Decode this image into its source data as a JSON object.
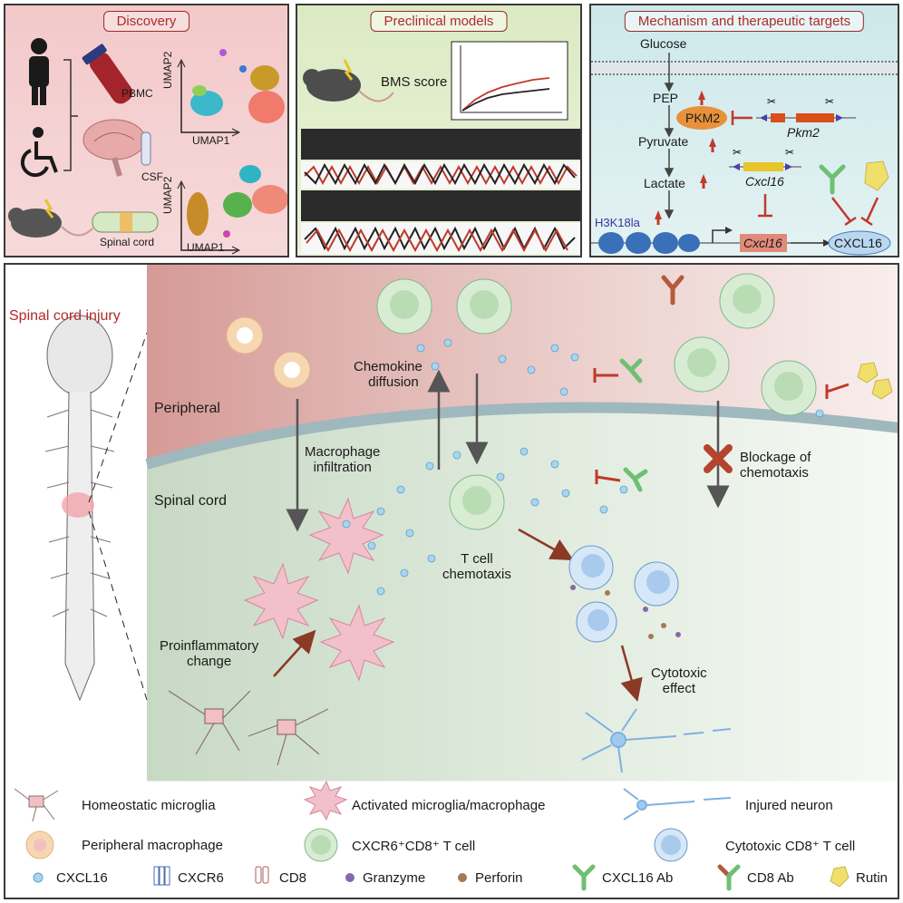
{
  "panels": {
    "discovery": {
      "title": "Discovery",
      "labels": {
        "pbmc": "PBMC",
        "csf": "CSF",
        "spinal_cord": "Spinal cord",
        "umap2_top": "UMAP2",
        "umap1_top": "UMAP1",
        "umap2_bottom": "UMAP2",
        "umap1_bottom": "UMAP1"
      }
    },
    "preclinical": {
      "title": "Preclinical models",
      "bms_label": "BMS score"
    },
    "mechanism": {
      "title": "Mechanism and therapeutic targets",
      "glucose": "Glucose",
      "pep": "PEP",
      "pkm2_protein": "PKM2",
      "pyruvate": "Pyruvate",
      "lactate": "Lactate",
      "h3k18la": "H3K18la",
      "pkm2_gene": "Pkm2",
      "cxcl16_gene_top": "Cxcl16",
      "cxcl16_gene": "Cxcl16",
      "cxcl16_protein": "CXCL16"
    }
  },
  "main": {
    "title": "Spinal cord injury",
    "regions": {
      "peripheral": "Peripheral",
      "spinal_cord": "Spinal cord"
    },
    "labels": {
      "chemokine": [
        "Chemokine",
        "diffusion"
      ],
      "macrophage": [
        "Macrophage",
        "infiltration"
      ],
      "blockage": [
        "Blockage of",
        "chemotaxis"
      ],
      "tcell": [
        "T cell",
        "chemotaxis"
      ],
      "proinflammatory": [
        "Proinflammatory",
        "change"
      ],
      "cytotoxic": [
        "Cytotoxic",
        "effect"
      ]
    }
  },
  "legend": {
    "homeostatic": "Homeostatic microglia",
    "activated": "Activated microglia/macrophage",
    "injured_neuron": "Injured neuron",
    "peripheral_macrophage": "Peripheral macrophage",
    "cxcr6_cd8": "CXCR6⁺CD8⁺ T cell",
    "cytotoxic_cd8": "Cytotoxic CD8⁺ T cell",
    "cxcl16": "CXCL16",
    "cxcr6": "CXCR6",
    "cd8": "CD8",
    "granzyme": "Granzyme",
    "perforin": "Perforin",
    "cxcl16_ab": "CXCL16 Ab",
    "cd8_ab": "CD8 Ab",
    "rutin": "Rutin"
  },
  "colors": {
    "title_red": "#b02a2a",
    "dark_red_arrow": "#8b3a26",
    "inhibit_red": "#c0392b",
    "cxcl16_dot": "#9fd1ee",
    "tcell_green": "#cfe8cf",
    "cytotoxic_blue": "#bcd9f2",
    "microglia_pink": "#f2b8c6",
    "rutin_yellow": "#f0df6a",
    "h3k18la_blue": "#2e3a9c"
  }
}
